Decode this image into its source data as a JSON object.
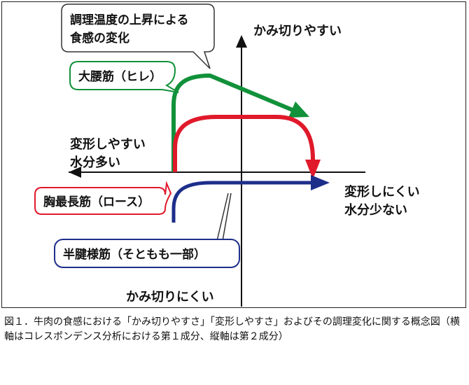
{
  "diagram": {
    "axes": {
      "top": "かみ切りやすい",
      "bottom": "かみ切りにくい",
      "left": [
        "変形しやすい",
        "水分多い"
      ],
      "right": [
        "変形しにくい",
        "水分少ない"
      ]
    },
    "callout": [
      "調理温度の上昇による",
      "食感の変化"
    ],
    "muscles": [
      {
        "name": "大腰筋（ヒレ）",
        "color": "#11913a"
      },
      {
        "name": "胸最長筋（ロース）",
        "color": "#e0192b"
      },
      {
        "name": "半腱様筋（そともも一部）",
        "color": "#1d2e8a"
      }
    ]
  },
  "caption": "図１．牛肉の食感における「かみ切りやすさ」「変形しやすさ」およびその調理変化に関する概念図（横軸はコレスポンデンス分析における第１成分、縦軸は第２成分）"
}
